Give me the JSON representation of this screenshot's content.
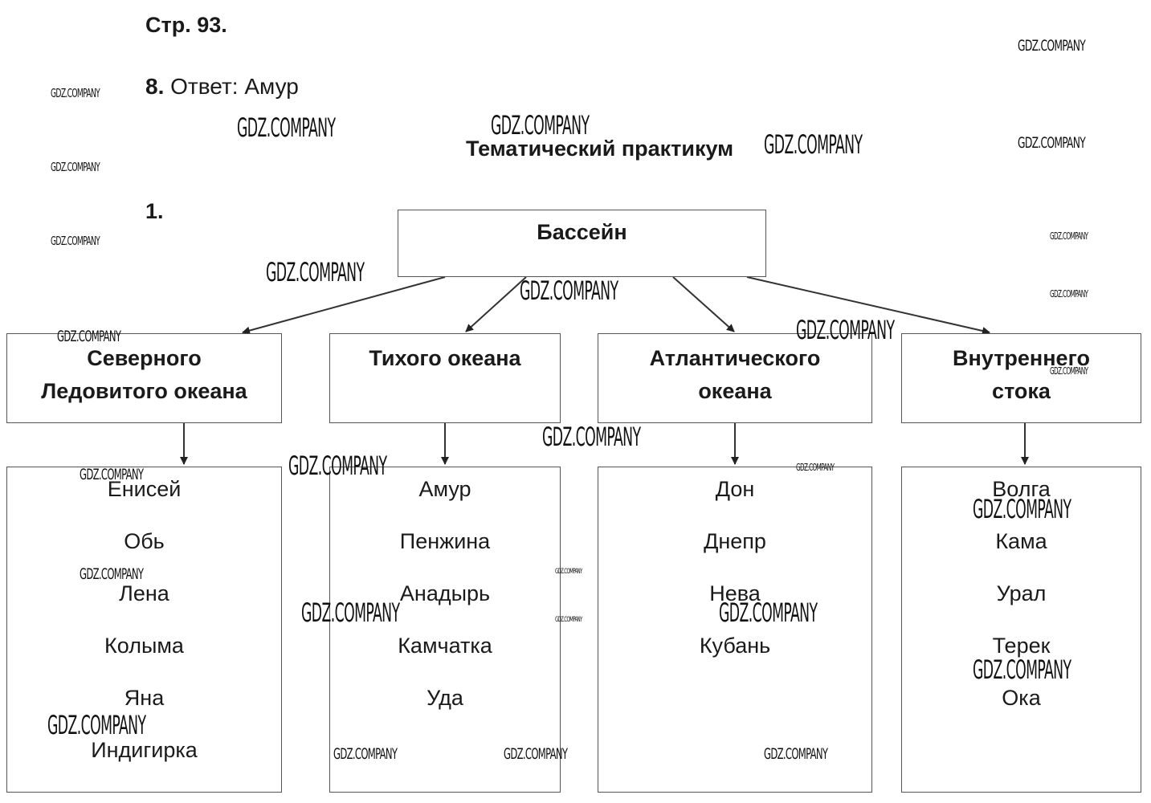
{
  "page": {
    "page_number": "Стр. 93.",
    "answer_number": "8.",
    "answer_text": " Ответ: Амур",
    "section_title": "Тематический практикум",
    "task_number": "1."
  },
  "diagram": {
    "root": "Бассейн",
    "categories": [
      {
        "line1": "Северного",
        "line2": "Ледовитого океана",
        "rivers": [
          "Енисей",
          "Обь",
          "Лена",
          "Колыма",
          "Яна",
          "Индигирка"
        ]
      },
      {
        "line1": "Тихого океана",
        "line2": "",
        "rivers": [
          "Амур",
          "Пенжина",
          "Анадырь",
          "Камчатка",
          "Уда"
        ]
      },
      {
        "line1": "Атлантического",
        "line2": "океана",
        "rivers": [
          "Дон",
          "Днепр",
          "Нева",
          "Кубань"
        ]
      },
      {
        "line1": "Внутреннего",
        "line2": "стока",
        "rivers": [
          "Волга",
          "Кама",
          "Урал",
          "Терек",
          "Ока"
        ]
      }
    ]
  },
  "watermark": {
    "text": "GDZ.COMPANY"
  }
}
